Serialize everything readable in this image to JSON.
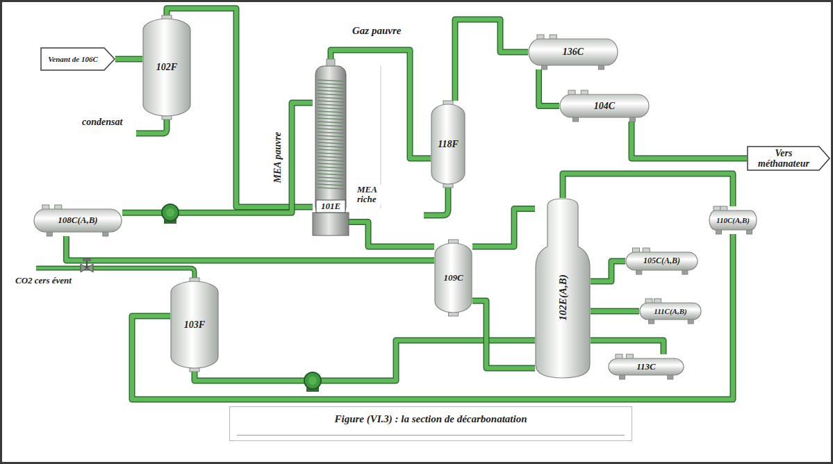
{
  "diagram": {
    "caption": "Figure (VI.3) : la section de décarbonatation",
    "nodes": [
      {
        "text": [
          "Venant de 106C"
        ]
      },
      {
        "text": [
          "102F"
        ]
      },
      {
        "text": [
          "101E"
        ]
      },
      {
        "text": [
          "136C"
        ]
      },
      {
        "text": [
          "118F"
        ]
      },
      {
        "text": [
          "104C"
        ]
      },
      {
        "text": [
          "Vers méthanateur"
        ]
      },
      {
        "text": [
          "108C(A,B)"
        ]
      },
      {
        "text": [
          "109C"
        ]
      },
      {
        "text": [
          "102E(A,B)"
        ]
      },
      {
        "text": [
          "110C(A,B)"
        ]
      },
      {
        "text": [
          "105C(A,B)"
        ]
      },
      {
        "text": [
          "103F"
        ]
      },
      {
        "text": [
          "111C(A,B)"
        ]
      },
      {
        "text": [
          "113C"
        ]
      }
    ],
    "edges": [
      {
        "from": 0,
        "to": 1,
        "arrow": "none"
      },
      {
        "from": 1,
        "to": 2,
        "arrow": "none"
      },
      {
        "from": 2,
        "to": 4,
        "label": "Gaz pauvre",
        "arrow": "none"
      },
      {
        "from": 4,
        "to": 3,
        "arrow": "none"
      },
      {
        "from": 3,
        "to": 5,
        "arrow": "none"
      },
      {
        "from": 5,
        "to": 6,
        "arrow": "none"
      },
      {
        "from": 7,
        "to": 2,
        "label": "MEA pauvre",
        "arrow": "none"
      },
      {
        "from": 2,
        "to": 8,
        "label": "MEA riche",
        "arrow": "none"
      },
      {
        "from": 7,
        "to": 8,
        "arrow": "none"
      },
      {
        "from": 8,
        "to": 9,
        "arrow": "none"
      },
      {
        "from": 9,
        "to": 10,
        "arrow": "none"
      },
      {
        "from": 10,
        "to": 12,
        "arrow": "none"
      },
      {
        "from": 12,
        "to": 9,
        "arrow": "none"
      },
      {
        "from": 9,
        "to": 11,
        "arrow": "none"
      },
      {
        "from": 9,
        "to": 13,
        "arrow": "none"
      },
      {
        "from": 9,
        "to": 14,
        "arrow": "none"
      },
      {
        "from": 8,
        "to": 9,
        "arrow": "none"
      }
    ],
    "labels": [
      "condensat",
      "CO2 cers évent"
    ]
  }
}
